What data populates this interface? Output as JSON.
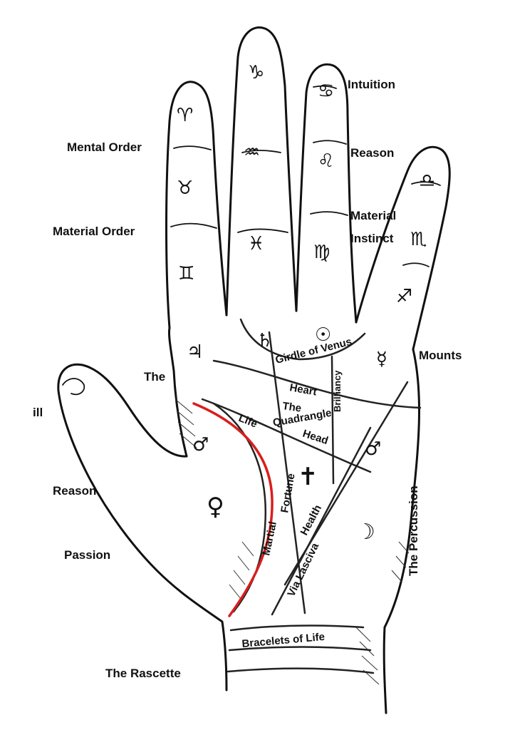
{
  "labels": {
    "intuition": "Intuition",
    "reason_finger": "Reason",
    "material_instinct_1": "Material",
    "material_instinct_2": "Instinct",
    "mental_order": "Mental Order",
    "material_order": "Material Order",
    "mounts": "Mounts",
    "the": "The",
    "ill": "ill",
    "reason_thumb": "Reason",
    "passion": "Passion",
    "the_rascette": "The Rascette",
    "the_percussion": "The Percussion"
  },
  "lines": {
    "girdle_of_venus": "Girdle of Venus",
    "brilliancy": "Brilliancy",
    "heart": "Heart",
    "the_quadrangle_1": "The",
    "the_quadrangle_2": "Quadrangle",
    "life": "Life",
    "head": "Head",
    "fortune": "Fortune",
    "health": "Health",
    "martial": "Martial",
    "via_lasciva": "Via Lasciva",
    "bracelets_of_life": "Bracelets of Life"
  },
  "symbols": {
    "capricorn": "♑",
    "aquarius": "♒",
    "pisces": "♓",
    "aries": "♈",
    "taurus": "♉",
    "gemini": "♊",
    "cancer": "♋",
    "leo": "♌",
    "virgo": "♍",
    "libra": "♎",
    "scorpio": "♏",
    "sagittarius": "♐",
    "jupiter": "♃",
    "saturn": "♄",
    "sun": "☉",
    "mercury": "☿",
    "mars_left": "♂",
    "mars_right": "♂",
    "venus": "♀",
    "moon": "☽",
    "cross": "✝"
  },
  "colors": {
    "ink": "#111111",
    "life_line_highlight": "#d81e1e"
  }
}
